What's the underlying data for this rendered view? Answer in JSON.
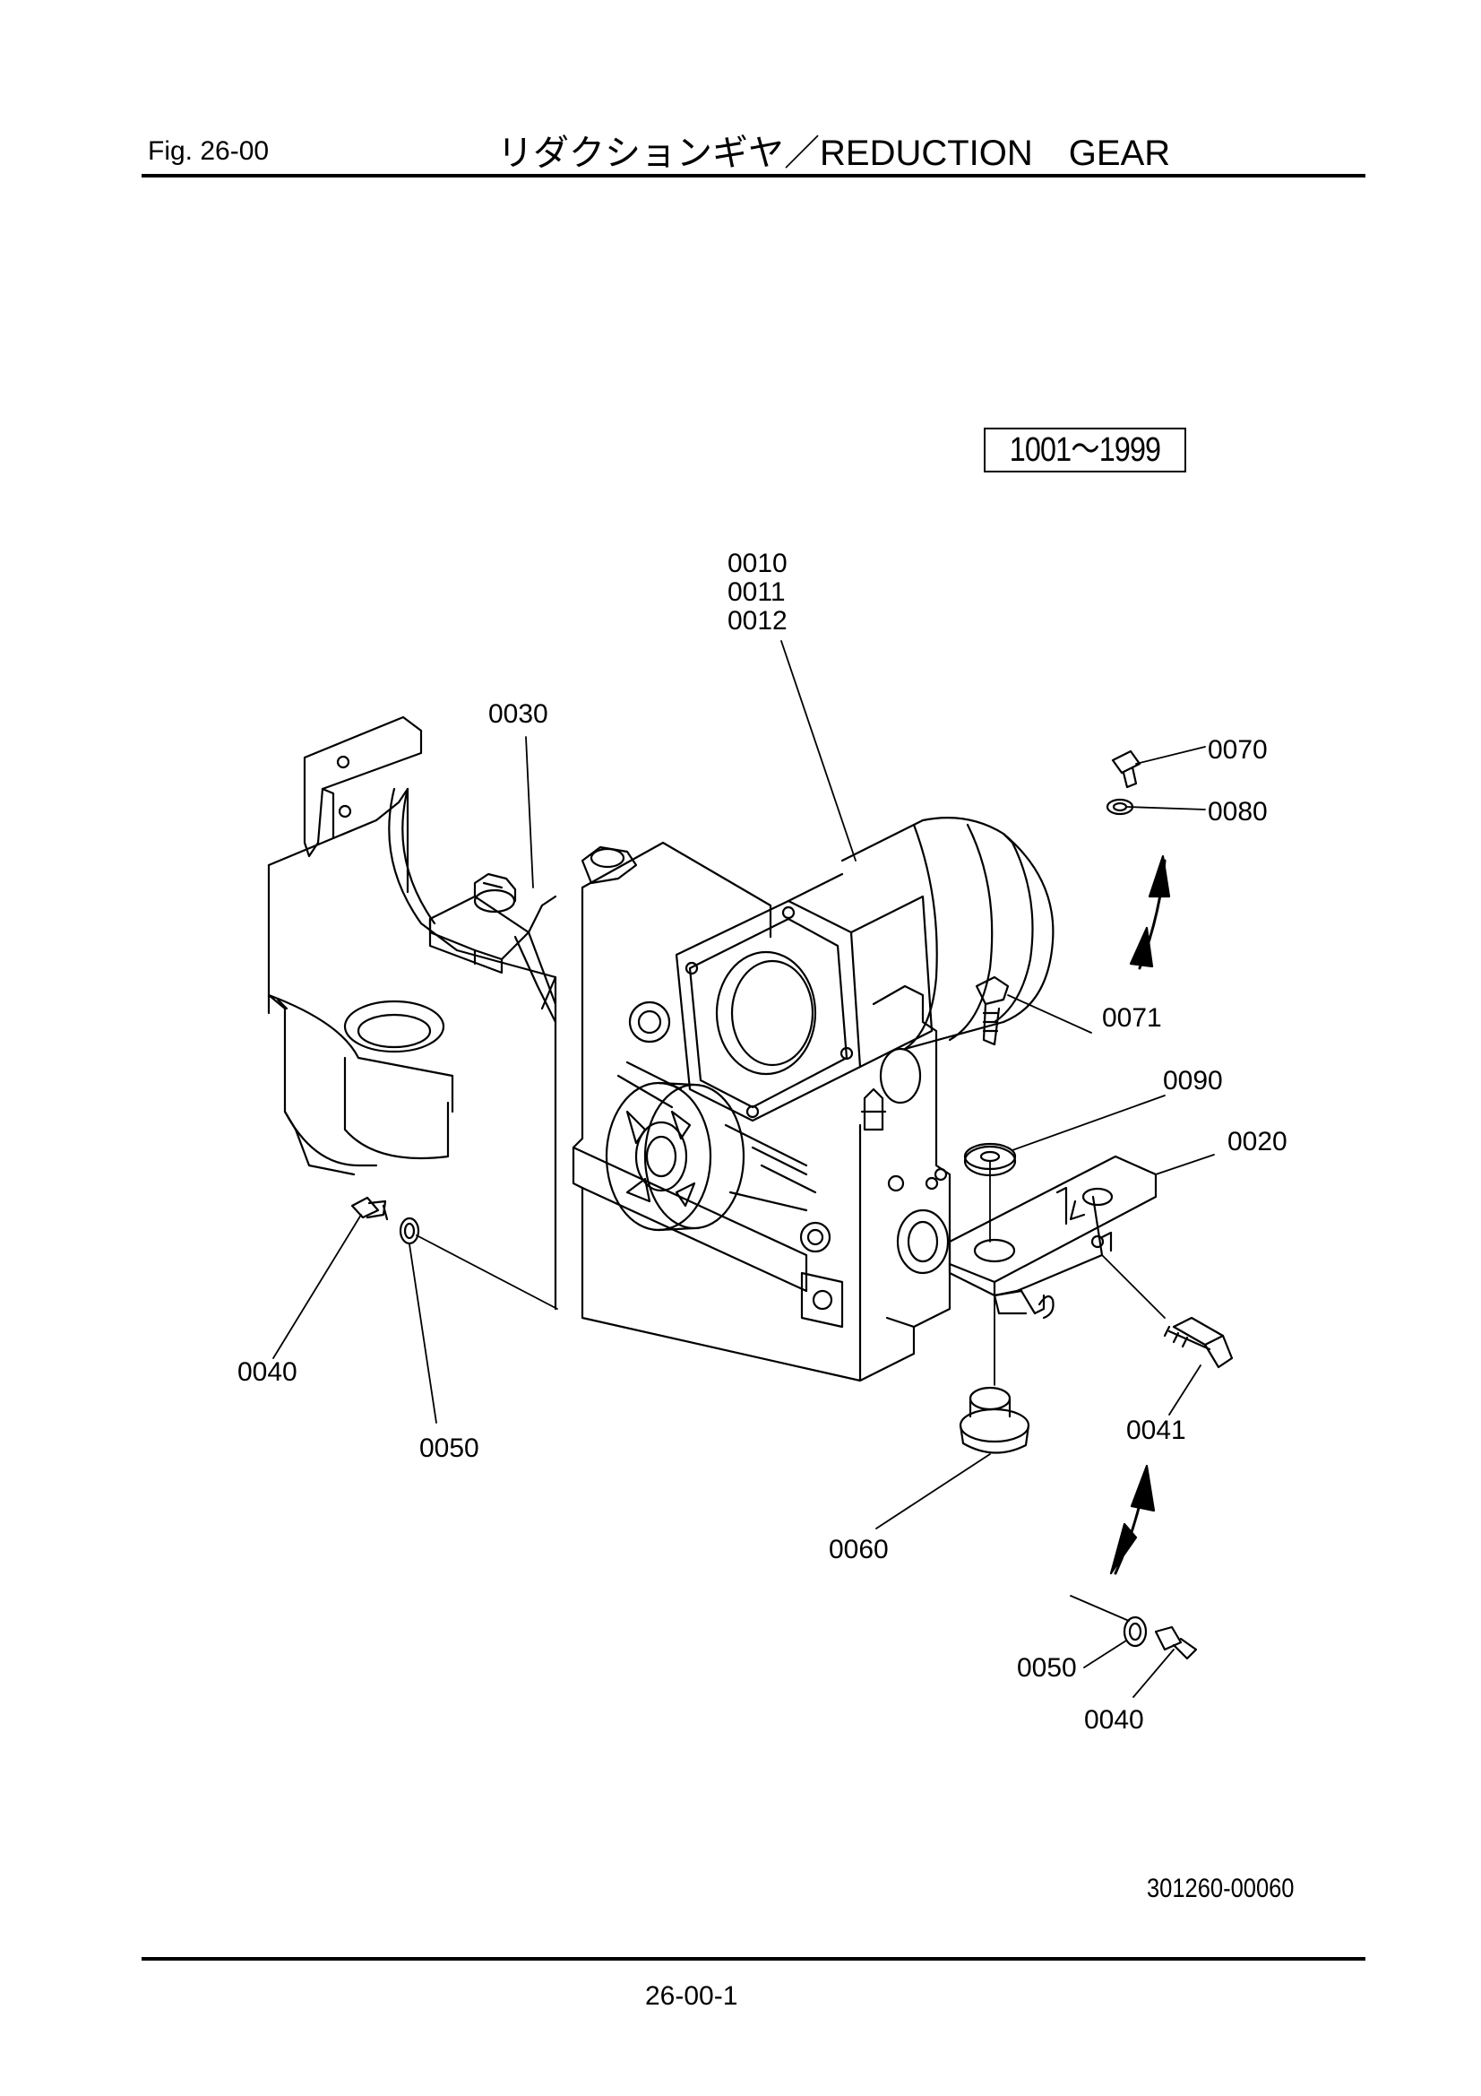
{
  "header": {
    "figure_number": "Fig.  26-00",
    "title": "リダクションギヤ／REDUCTION　GEAR"
  },
  "serial_range": "1001～1999",
  "callouts": [
    {
      "id": "c0010",
      "text": "0010"
    },
    {
      "id": "c0011",
      "text": "0011"
    },
    {
      "id": "c0012",
      "text": "0012"
    },
    {
      "id": "c0030",
      "text": "0030"
    },
    {
      "id": "c0070",
      "text": "0070"
    },
    {
      "id": "c0080",
      "text": "0080"
    },
    {
      "id": "c0071",
      "text": "0071"
    },
    {
      "id": "c0090",
      "text": "0090"
    },
    {
      "id": "c0020",
      "text": "0020"
    },
    {
      "id": "c0040a",
      "text": "0040"
    },
    {
      "id": "c0050a",
      "text": "0050"
    },
    {
      "id": "c0041",
      "text": "0041"
    },
    {
      "id": "c0060",
      "text": "0060"
    },
    {
      "id": "c0050b",
      "text": "0050"
    },
    {
      "id": "c0040b",
      "text": "0040"
    }
  ],
  "footer": {
    "drawing_number": "301260-00060",
    "page_number": "26-00-1"
  }
}
